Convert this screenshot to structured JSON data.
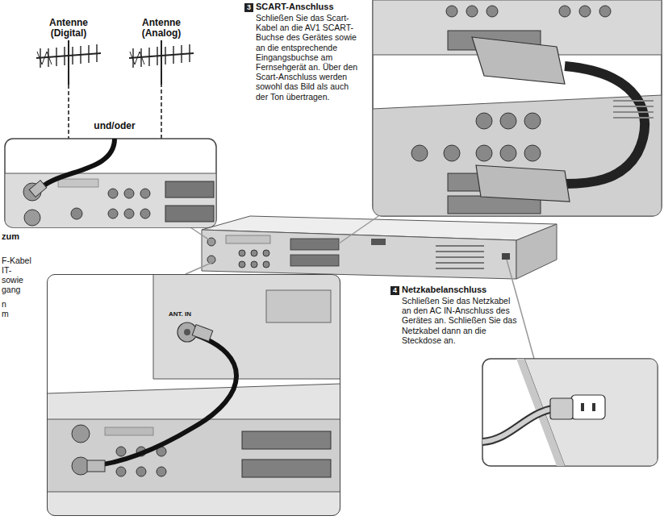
{
  "diagram": {
    "nodes": [
      {
        "text": [
          "ANT. IN"
        ]
      }
    ],
    "labels": [
      "Antenne (Digital)",
      "Antenne (Analog)",
      "und/oder",
      "3",
      "SCART-Anschluss",
      "Schließen Sie das Scart-Kabel an die AV1 SCART-Buchse des Gerätes sowie an die entsprechende Eingangsbuchse am Fernsehgerät an. Über den Scart-Anschluss werden sowohl das Bild als auch der Ton übertragen.",
      "4",
      "Netzkabelanschluss",
      "Schließen Sie das Netzkabel an den AC IN-Anschluss des Gerätes an. Schließen Sie das Netzkabel dann an die Steckdose an.",
      "zum",
      "F-Kabel",
      "IT-",
      "sowie",
      "gang",
      "n",
      "m"
    ]
  }
}
